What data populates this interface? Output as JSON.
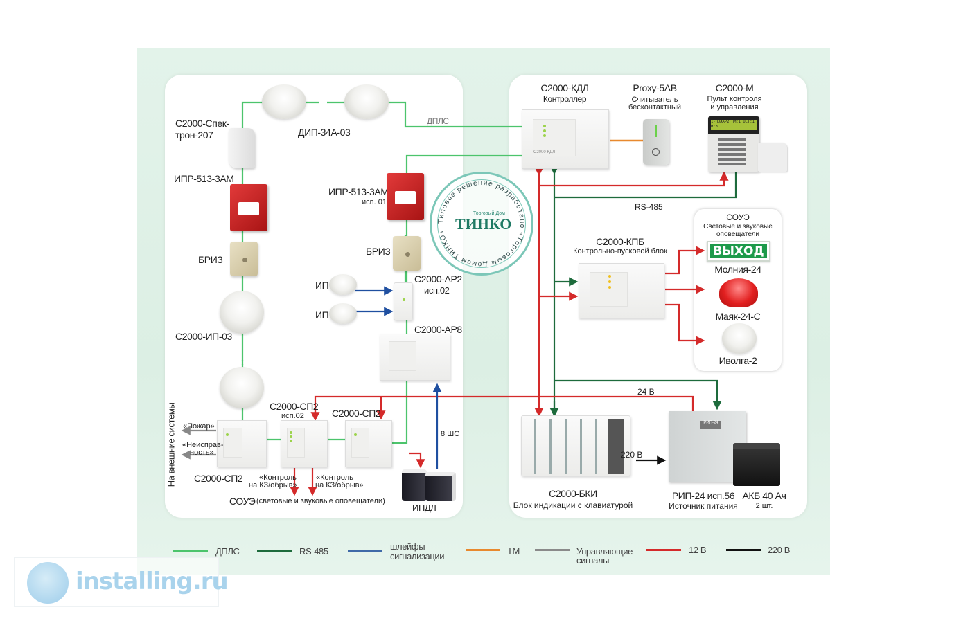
{
  "left": {
    "spectron": "С2000-Спек-\nтрон-207",
    "spectron_l1": "С2000-Спек-",
    "spectron_l2": "трон-207",
    "dip": "ДИП-34А-03",
    "ipr_left": "ИПР-513-3АМ",
    "briz_left": "БРИЗ",
    "ip03": "С2000-ИП-03",
    "ipr_right": "ИПР-513-3АМ",
    "ipr_right_sub": "исп. 01",
    "briz_right": "БРИЗ",
    "ip1": "ИП",
    "ip2": "ИП",
    "ar2": "С2000-АР2",
    "ar2_sub": "исп.02",
    "ar8": "С2000-АР8",
    "dpls_label": "ДПЛС",
    "sp2_a": "С2000-СП2",
    "sp2_b": "С2000-СП2",
    "sp2_b_sub": "исп.02",
    "sp2_c": "С2000-СП2",
    "external": "На внешние системы",
    "fire": "«Пожар»",
    "fault_l1": "«Неисправ-",
    "fault_l2": "ность»",
    "ctrl1_l1": "«Контроль",
    "ctrl1_l2": "на КЗ/обрыв»",
    "ctrl2_l1": "«Контроль",
    "ctrl2_l2": "на КЗ/обрыв»",
    "soue": "СОУЭ",
    "soue_desc": "(световые и звуковые оповещатели)",
    "shs": "8 ШС",
    "ipdl": "ИПДЛ"
  },
  "stamp": {
    "ring_text": "Типовое решение разработано «Торговым Домом ТИНКО»",
    "brand": "ТИНКО",
    "brand_sub": "Торговый Дом"
  },
  "right": {
    "kdl": "С2000-КДЛ",
    "kdl_sub": "Контроллер",
    "kdl_face": "С2000-КДЛ",
    "proxy": "Proxy-5AB",
    "proxy_sub1": "Считыватель",
    "proxy_sub2": "бесконтактный",
    "m": "С2000-М",
    "m_sub1": "Пульт контроля",
    "m_sub2": "и управления",
    "m_display": "1-ПОЖАР2 ПМ:1 ОСТ:1 Н:3",
    "rs485": "RS-485",
    "kpb": "С2000-КПБ",
    "kpb_sub": "Контрольно-пусковой блок",
    "soue_title": "СОУЭ",
    "soue_sub1": "Световые и звуковые",
    "soue_sub2": "оповещатели",
    "exit_sign": "ВЫХОД",
    "molniya": "Молния-24",
    "mayak": "Маяк-24-С",
    "ivolga": "Иволга-2",
    "v24": "24 В",
    "v220": "220 В",
    "bki": "С2000-БКИ",
    "bki_sub": "Блок индикации с клавиатурой",
    "rip": "РИП-24 исп.56",
    "rip_sub": "Источник питания",
    "rip_face": "РИП-24",
    "akb": "АКБ 40 Ач",
    "akb_sub": "2 шт."
  },
  "legend": [
    {
      "label": "ДПЛС",
      "color": "#4cc46c"
    },
    {
      "label": "RS-485",
      "color": "#1d6b3c"
    },
    {
      "label": "шлейфы\nсигнализации",
      "l1": "шлейфы",
      "l2": "сигнализации",
      "color": "#3f6aa8"
    },
    {
      "label": "ТМ",
      "color": "#e8892e"
    },
    {
      "label": "Управляющие\nсигналы",
      "l1": "Управляющие",
      "l2": "сигналы",
      "color": "#8a8a8a"
    },
    {
      "label": "12 В",
      "color": "#d42a2a"
    },
    {
      "label": "220 В",
      "color": "#111111"
    }
  ],
  "watermark": "installing.ru"
}
